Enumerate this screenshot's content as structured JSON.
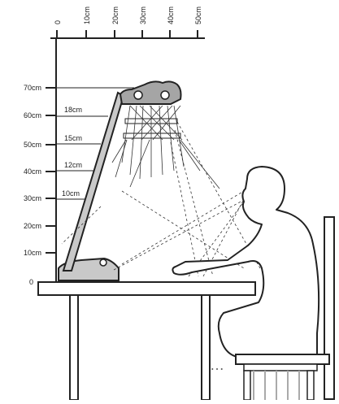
{
  "vertical_scale": {
    "ticks": [
      "70cm",
      "60cm",
      "50cm",
      "40cm",
      "30cm",
      "20cm",
      "10cm"
    ],
    "zero": "0"
  },
  "horizontal_scale": {
    "ticks": [
      "0",
      "10cm",
      "20cm",
      "30cm",
      "40cm",
      "50cm"
    ]
  },
  "lamp_arm_labels": [
    "18cm",
    "15cm",
    "12cm",
    "10cm"
  ],
  "watermark": "…"
}
